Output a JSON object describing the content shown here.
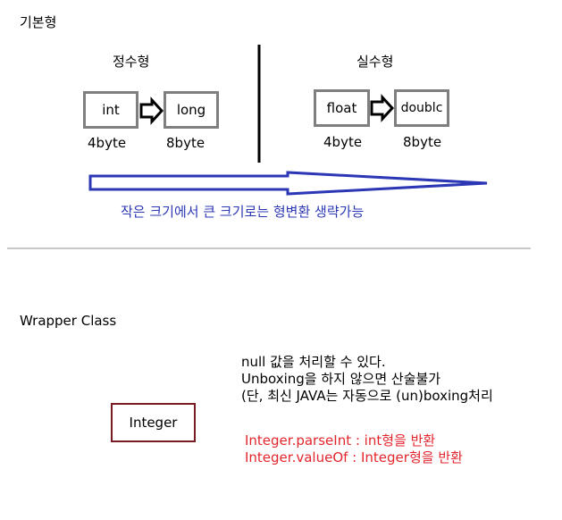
{
  "primitive": {
    "title": "기본형",
    "integer": {
      "heading": "정수형",
      "boxes": [
        {
          "label": "int",
          "size": "4byte"
        },
        {
          "label": "long",
          "size": "8byte"
        }
      ]
    },
    "real": {
      "heading": "실수형",
      "boxes": [
        {
          "label": "float",
          "size": "4byte"
        },
        {
          "label": "doublc",
          "size": "8byte"
        }
      ]
    },
    "conversion_note": "작은 크기에서 큰 크기로는 형변환 생략가능"
  },
  "wrapper": {
    "title": "Wrapper Class",
    "box_label": "Integer",
    "notes": [
      "null 값을 처리할 수 있다.",
      "Unboxing을 하지 않으면 산술불가",
      "(단, 최신 JAVA는 자동으로 (un)boxing처리"
    ],
    "methods": [
      "Integer.parseInt : int형을 반환",
      "Integer.valueOf : Integer형을 반환"
    ]
  },
  "colors": {
    "box_border": "#7f7f7f",
    "divider": "#000000",
    "conversion_arrow": "#2b37b5",
    "conversion_text": "#2b37b5",
    "section_rule": "#c8c8c8",
    "integer_box_border": "#7a1b23",
    "method_text": "#e3262d"
  }
}
